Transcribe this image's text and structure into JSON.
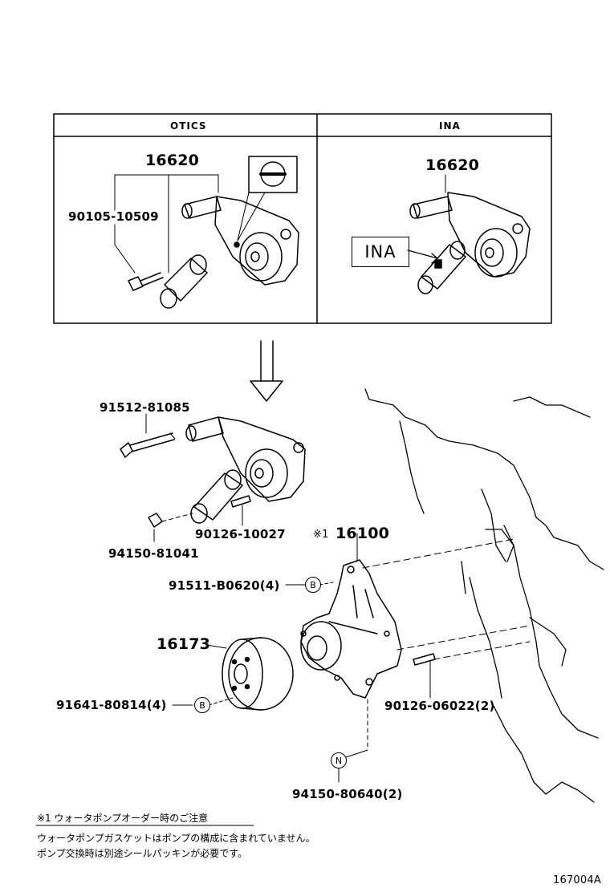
{
  "table": {
    "col1_header": "OTICS",
    "col2_header": "INA"
  },
  "otics": {
    "part_tensioner": "16620",
    "part_bolt": "90105-10509"
  },
  "ina": {
    "part_tensioner": "16620",
    "marker_label": "INA"
  },
  "assembly": {
    "bolt": "91512-81085",
    "nut": "94150-81041",
    "stud": "90126-10027",
    "pump_prefix": "※1",
    "pump": "16100",
    "pump_bolt": "91511-B0620(4)",
    "pulley": "16173",
    "pulley_bolt": "91641-80814(4)",
    "stud2": "90126-06022(2)",
    "nut2": "94150-80640(2)",
    "marker_b1": "B",
    "marker_b2": "B",
    "marker_n": "N"
  },
  "notes": {
    "title": "※1 ウォータポンプオーダー時のご注意",
    "line1": "ウォータポンプガスケットはポンプの構成に含まれていません。",
    "line2": "ポンプ交換時は別途シールパッキンが必要です。"
  },
  "figure_id": "167004A"
}
